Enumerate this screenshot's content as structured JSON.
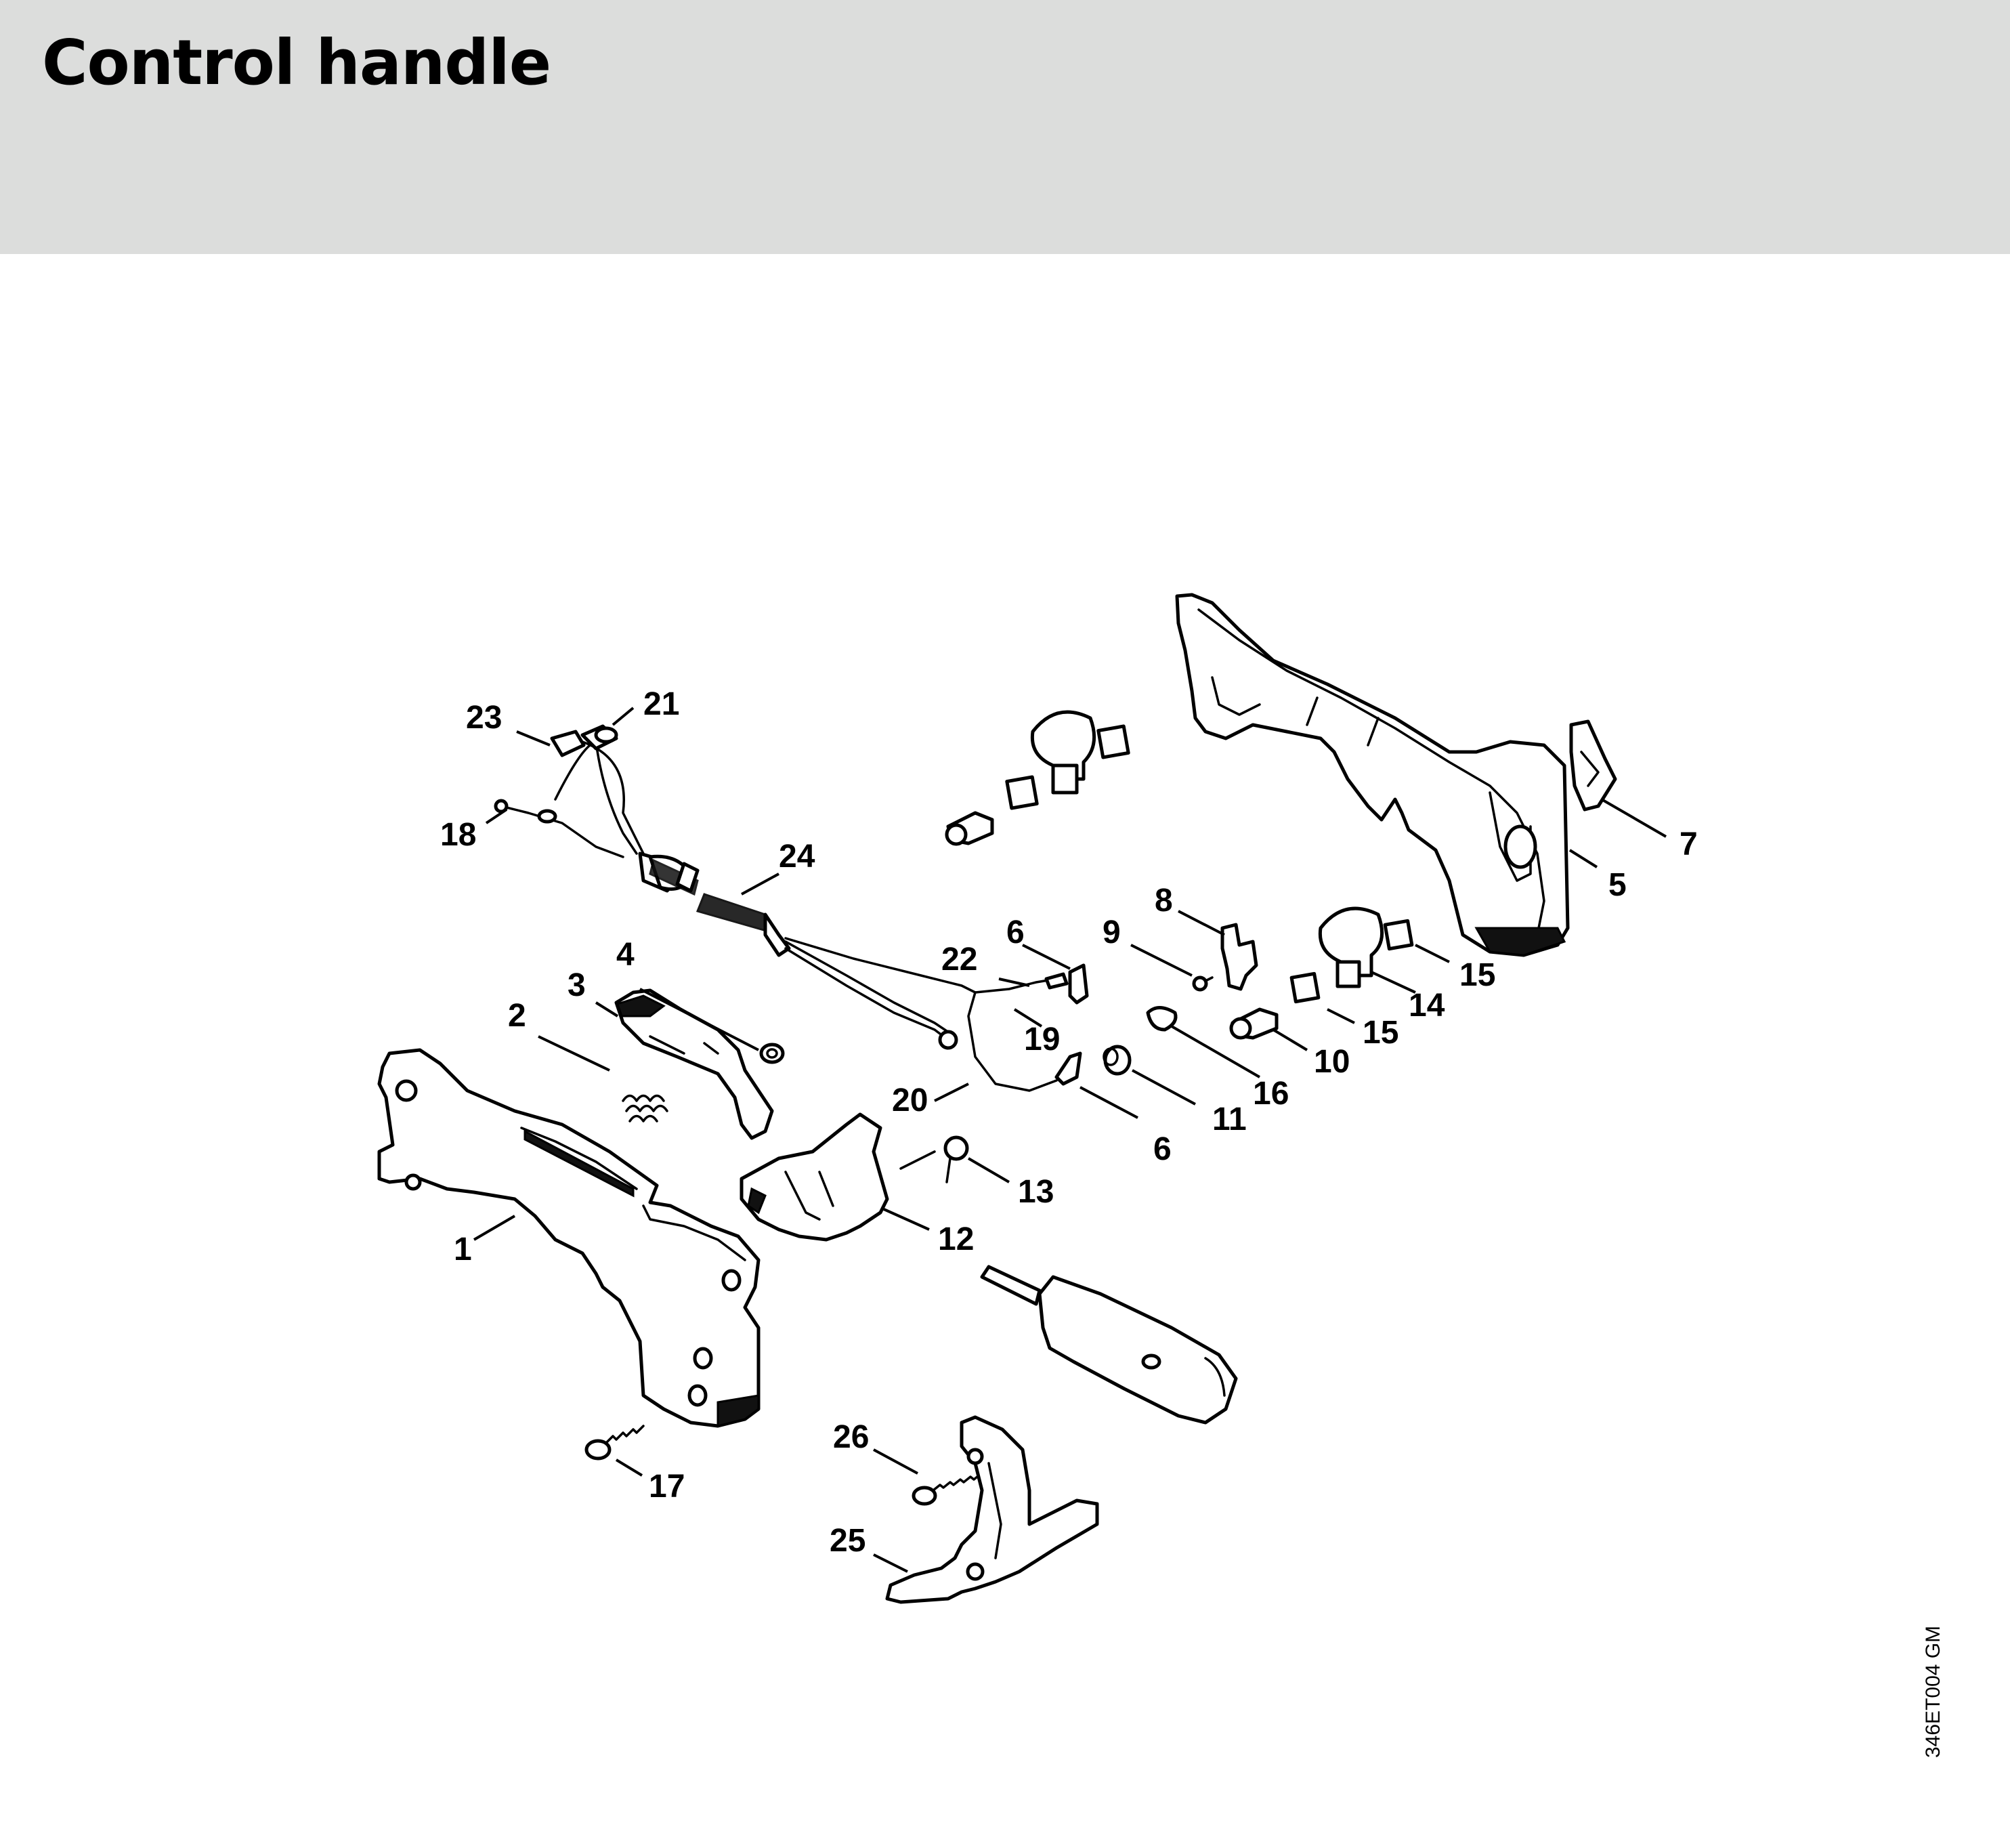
{
  "page": {
    "title": "Control handle",
    "reference_code": "346ET004 GM"
  },
  "callouts": {
    "c1": "1",
    "c2": "2",
    "c3": "3",
    "c4": "4",
    "c5": "5",
    "c6a": "6",
    "c6b": "6",
    "c7": "7",
    "c8": "8",
    "c9": "9",
    "c10": "10",
    "c11": "11",
    "c12": "12",
    "c13": "13",
    "c14": "14",
    "c15a": "15",
    "c15b": "15",
    "c16": "16",
    "c17": "17",
    "c18": "18",
    "c19": "19",
    "c20": "20",
    "c21": "21",
    "c22": "22",
    "c23": "23",
    "c24": "24",
    "c25": "25",
    "c26": "26"
  },
  "colors": {
    "header_background": "#dcdddc",
    "line_art": "#000000"
  }
}
